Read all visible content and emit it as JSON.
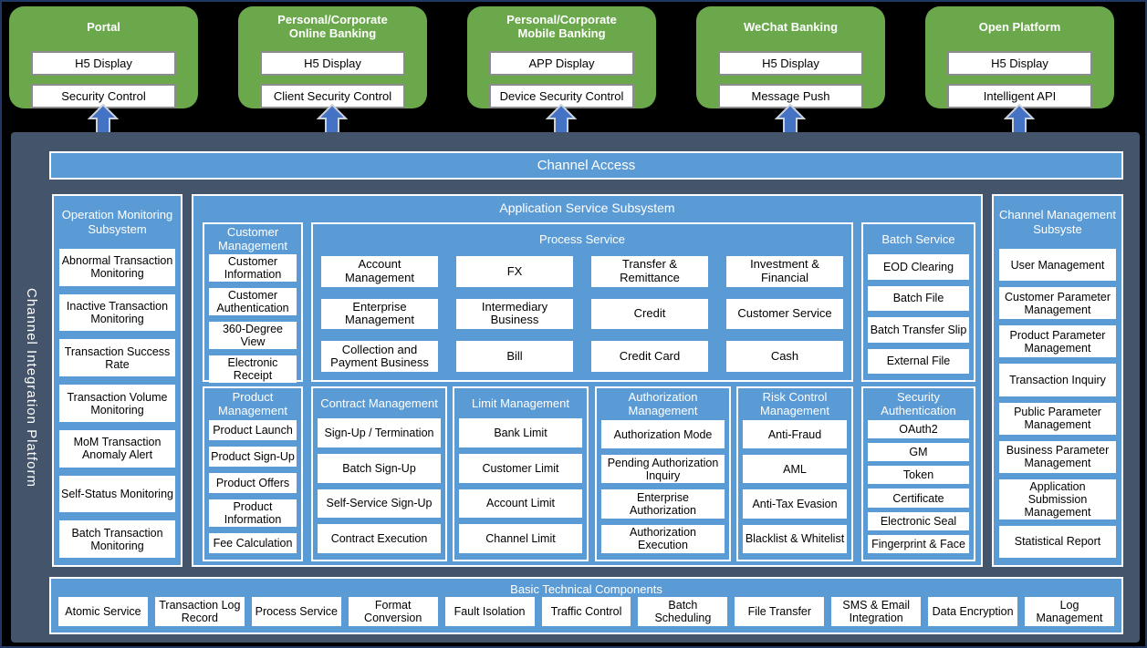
{
  "colors": {
    "channel_green": "#6AA84B",
    "box_blue": "#5B9BD5",
    "panel_slate": "#44546A",
    "arrow_blue": "#4472C4",
    "white": "#FFFFFF"
  },
  "channels": [
    {
      "title": "Portal",
      "items": [
        "H5 Display",
        "Security Control"
      ]
    },
    {
      "title": "Personal/Corporate Online Banking",
      "items": [
        "H5 Display",
        "Client Security Control"
      ]
    },
    {
      "title": "Personal/Corporate Mobile Banking",
      "items": [
        "APP Display",
        "Device Security Control"
      ]
    },
    {
      "title": "WeChat Banking",
      "items": [
        "H5 Display",
        "Message Push"
      ]
    },
    {
      "title": "Open Platform",
      "items": [
        "H5 Display",
        "Intelligent API"
      ]
    }
  ],
  "channel_access_label": "Channel Access",
  "platform_label": "Channel Integration Platform",
  "operation_monitoring": {
    "title": "Operation Monitoring Subsystem",
    "items": [
      "Abnormal Transaction Monitoring",
      "Inactive Transaction Monitoring",
      "Transaction Success Rate",
      "Transaction Volume Monitoring",
      "MoM Transaction Anomaly Alert",
      "Self-Status Monitoring",
      "Batch Transaction Monitoring"
    ]
  },
  "application_service": {
    "title": "Application Service Subsystem",
    "customer_management": {
      "title": "Customer Management",
      "items": [
        "Customer Information",
        "Customer Authentication",
        "360-Degree View",
        "Electronic Receipt"
      ]
    },
    "process_service": {
      "title": "Process Service",
      "items": [
        "Account Management",
        "FX",
        "Transfer & Remittance",
        "Investment & Financial",
        "Enterprise Management",
        "Intermediary Business",
        "Credit",
        "Customer Service",
        "Collection and Payment Business",
        "Bill",
        "Credit Card",
        "Cash"
      ]
    },
    "batch_service": {
      "title": "Batch Service",
      "items": [
        "EOD Clearing",
        "Batch File",
        "Batch Transfer Slip",
        "External File"
      ]
    },
    "product_management": {
      "title": "Product Management",
      "items": [
        "Product Launch",
        "Product Sign-Up",
        "Product Offers",
        "Product Information",
        "Fee Calculation"
      ]
    },
    "contract_management": {
      "title": "Contract Management",
      "items": [
        "Sign-Up / Termination",
        "Batch Sign-Up",
        "Self-Service Sign-Up",
        "Contract Execution"
      ]
    },
    "limit_management": {
      "title": "Limit Management",
      "items": [
        "Bank Limit",
        "Customer Limit",
        "Account Limit",
        "Channel Limit"
      ]
    },
    "authorization_management": {
      "title": "Authorization Management",
      "items": [
        "Authorization Mode",
        "Pending Authorization Inquiry",
        "Enterprise Authorization",
        "Authorization Execution"
      ]
    },
    "risk_control_management": {
      "title": "Risk Control Management",
      "items": [
        "Anti-Fraud",
        "AML",
        "Anti-Tax Evasion",
        "Blacklist & Whitelist"
      ]
    },
    "security_authentication": {
      "title": "Security Authentication",
      "items": [
        "OAuth2",
        "GM",
        "Token",
        "Certificate",
        "Electronic Seal",
        "Fingerprint & Face"
      ]
    }
  },
  "channel_management": {
    "title": "Channel Management Subsyste",
    "items": [
      "User Management",
      "Customer Parameter Management",
      "Product Parameter Management",
      "Transaction Inquiry",
      "Public Parameter Management",
      "Business Parameter Management",
      "Application Submission Management",
      "Statistical Report"
    ]
  },
  "basic_technical": {
    "title": "Basic Technical Components",
    "items": [
      "Atomic Service",
      "Transaction Log Record",
      "Process Service",
      "Format Conversion",
      "Fault Isolation",
      "Traffic Control",
      "Batch Scheduling",
      "File Transfer",
      "SMS & Email Integration",
      "Data Encryption",
      "Log Management"
    ]
  }
}
